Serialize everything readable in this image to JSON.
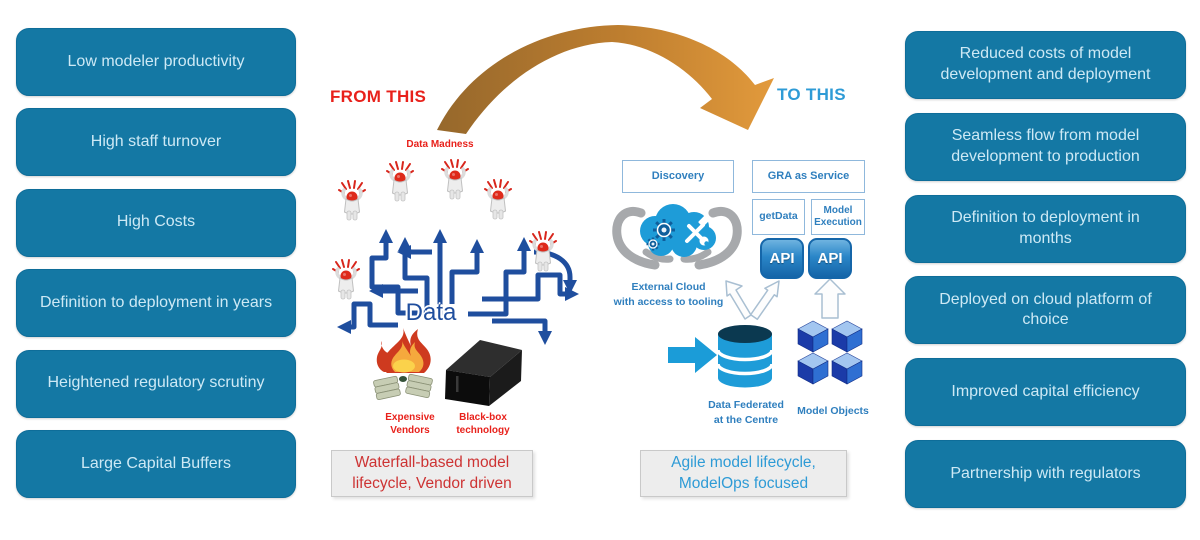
{
  "diagram": {
    "left_column": [
      {
        "label": "Low modeler productivity"
      },
      {
        "label": "High staff turnover"
      },
      {
        "label": "High Costs"
      },
      {
        "label": "Definition to deployment in years"
      },
      {
        "label": "Heightened regulatory scrutiny"
      },
      {
        "label": "Large Capital Buffers"
      }
    ],
    "right_column": [
      {
        "label": "Reduced costs of model development and deployment"
      },
      {
        "label": "Seamless flow from model development to production"
      },
      {
        "label": "Definition to deployment in months"
      },
      {
        "label": "Deployed on cloud platform of choice"
      },
      {
        "label": "Improved capital efficiency"
      },
      {
        "label": "Partnership with regulators"
      }
    ],
    "from_section": {
      "heading": "FROM THIS",
      "data_madness": "Data Madness",
      "data_word": "Data",
      "vendors_line1": "Expensive",
      "vendors_line2": "Vendors",
      "blackbox_line1": "Black-box",
      "blackbox_line2": "technology",
      "caption_line1": "Waterfall-based model",
      "caption_line2": "lifecycle, Vendor driven"
    },
    "to_section": {
      "heading": "TO THIS",
      "box_discovery": "Discovery",
      "box_gra": "GRA as Service",
      "box_getdata": "getData",
      "box_model_execution": "Model Execution",
      "api_label": "API",
      "cloud_line1": "External Cloud",
      "cloud_line2": "with access to tooling",
      "federated_line1": "Data Federated",
      "federated_line2": "at the Centre",
      "model_objects": "Model Objects",
      "caption_line1": "Agile model lifecycle,",
      "caption_line2": "ModelOps focused"
    },
    "colors": {
      "box_blue": "#1478A4",
      "box_text": "#CDE9F5",
      "from_red": "#E8211B",
      "to_blue": "#2E9BD6",
      "maze_blue": "#1F4E9E",
      "label_blue": "#2F7FBE",
      "caption_red": "#CD3333",
      "caption_bg": "#EDEDED",
      "arrow_orange_start": "#96682C",
      "arrow_orange_end": "#E29A3C",
      "api_blue": "#1E79BE",
      "cloud_blue": "#1E9CD8"
    }
  }
}
